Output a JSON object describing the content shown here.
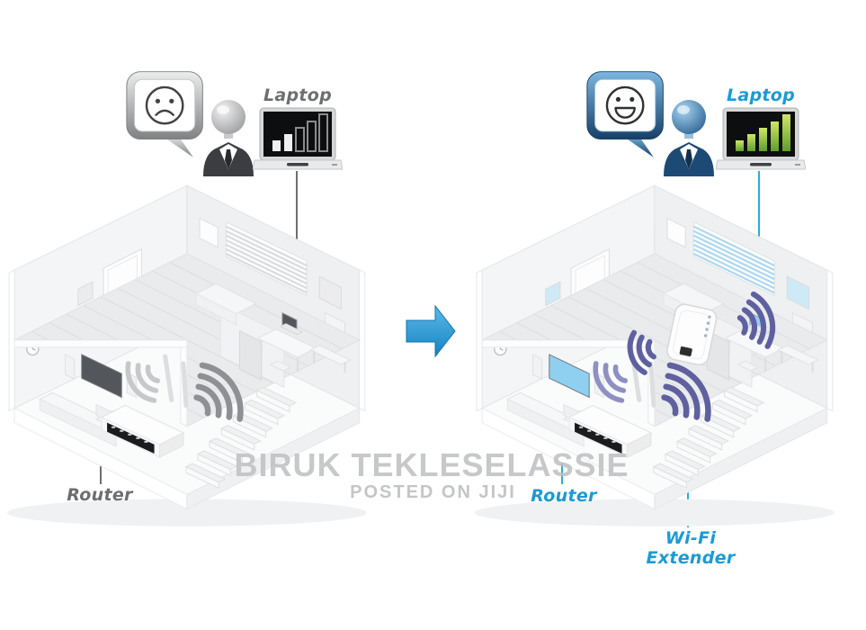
{
  "colors": {
    "accent-blue": "#1b9ad6",
    "label-gray": "#6d6e71",
    "arrow-blue": "#2da0dd",
    "wifi-gray": "#8e9093",
    "wifi-gray-faint": "#c6c8ca",
    "wifi-purple": "#5f60a0",
    "wifi-purple-faint": "#8e8fc2",
    "signal-green": "#7cb82f",
    "connector-cyan": "#29abe2",
    "connector-gray": "#6d6e71",
    "watermark-gray": "#bdbfc1",
    "screen-dark": "#53565a",
    "screen-blue": "#8fd0f0"
  },
  "before": {
    "laptop_label": "Laptop",
    "router_label": "Router",
    "mood": "sad",
    "signal_bars_total": 5,
    "signal_bars_filled": 2
  },
  "after": {
    "laptop_label": "Laptop",
    "router_label": "Router",
    "extender_label_line1": "Wi-Fi",
    "extender_label_line2": "Extender",
    "mood": "happy",
    "signal_bars_total": 5,
    "signal_bars_filled": 5
  },
  "watermark": {
    "line1": "BIRUK TEKLESELASSIE",
    "line2": "POSTED ON JIJI"
  }
}
